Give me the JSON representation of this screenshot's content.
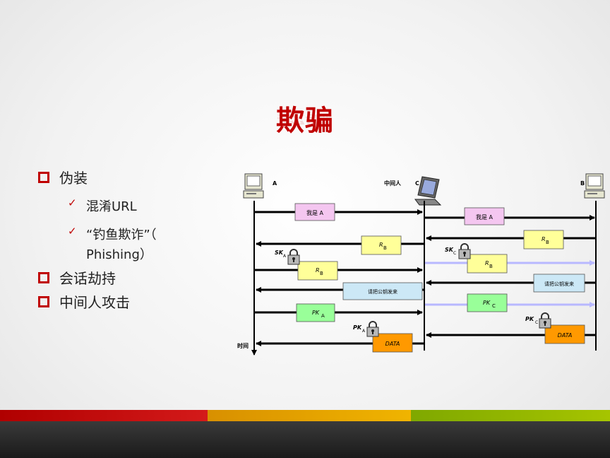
{
  "slide_title": "欺骗",
  "bullets": [
    {
      "text": "伪装",
      "level": 1
    },
    {
      "text": "混淆URL",
      "level": 2
    },
    {
      "text": "“钓鱼欺诈”（",
      "level": 2
    },
    {
      "text": "Phishing）",
      "level": 2
    },
    {
      "text": "会话劫持",
      "level": 1
    },
    {
      "text": "中间人攻击",
      "level": 1
    }
  ],
  "diagram": {
    "party_a": "A",
    "party_c_prefix": "中间人",
    "party_c": "C",
    "party_b": "B",
    "time_label": "时间",
    "msg_iam_a": "我是 A",
    "r_base": "R",
    "b_sub": "B",
    "sk": "SK",
    "pk": "PK",
    "a_sub": "A",
    "c_sub": "C",
    "request_key": "请把公钥发来",
    "data_label": "DATA"
  },
  "colors": {
    "title": "#c00000",
    "bullet_square": "#c00000",
    "pink_box": "#f4c6f0",
    "yellow_box": "#ffff99",
    "blue_box": "#cce8f6",
    "green_box": "#99ff99",
    "orange_box": "#ff9900",
    "band_red": "#c00000",
    "band_yellow": "#e8a000",
    "band_green": "#8fb000"
  }
}
